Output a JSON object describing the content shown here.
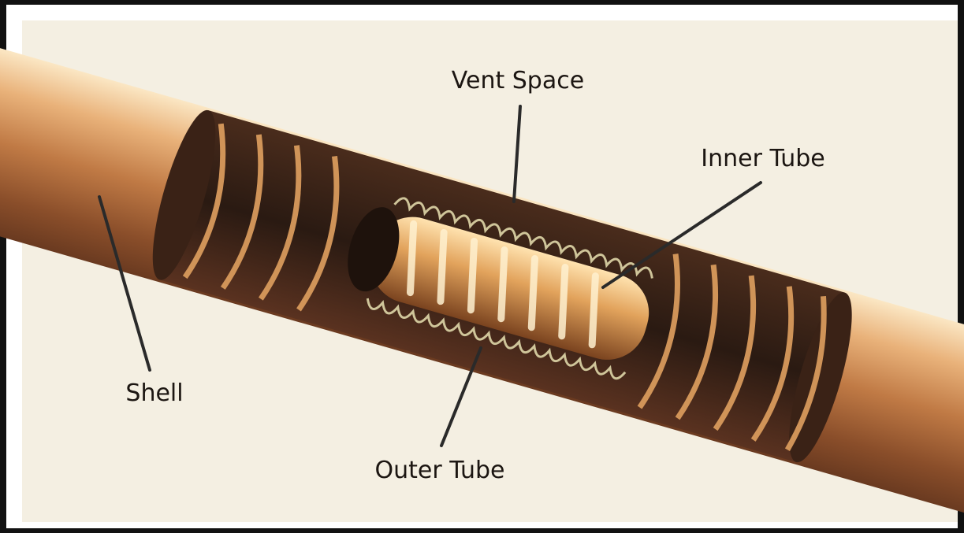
{
  "labels": {
    "vent_space": "Vent Space",
    "inner_tube": "Inner Tube",
    "shell": "Shell",
    "outer_tube": "Outer Tube"
  },
  "colors": {
    "background": "#f4efe2",
    "frame": "#111111",
    "copper_light": "#f0c088",
    "copper_mid": "#c07a45",
    "copper_dark": "#6a3a20",
    "cavity": "#2a1a12",
    "leader_line": "#2a2a2a"
  }
}
